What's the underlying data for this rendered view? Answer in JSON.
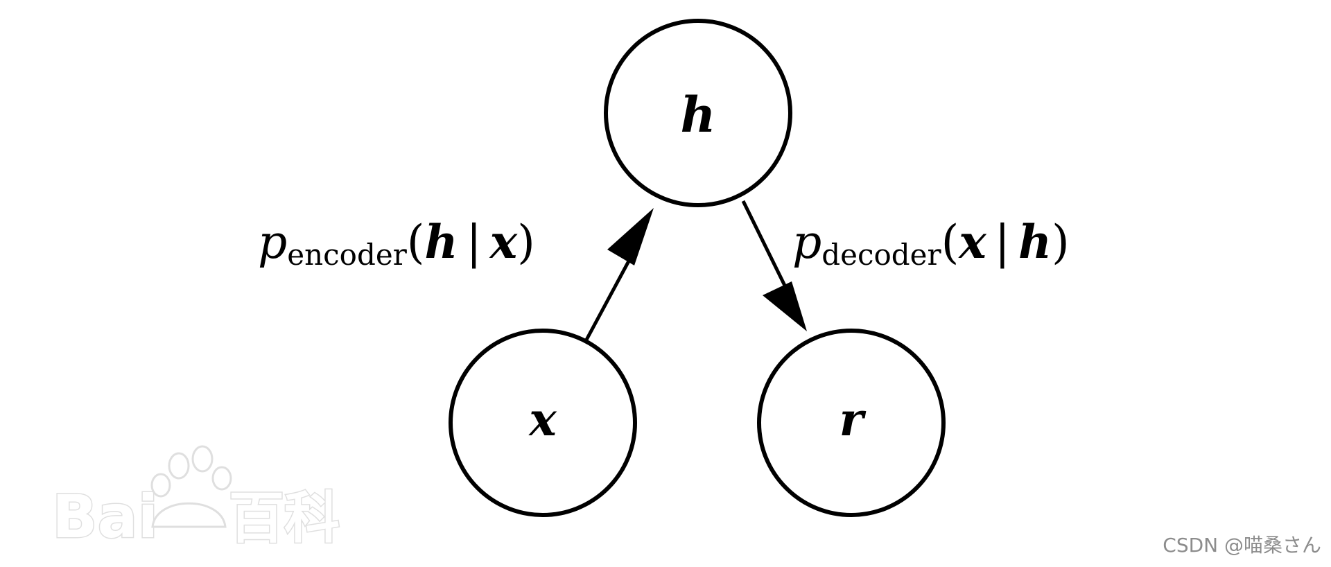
{
  "diagram": {
    "nodes": {
      "h": "h",
      "x": "x",
      "r": "r"
    },
    "edges": {
      "encoder": {
        "symbol": "p",
        "subscript": "encoder",
        "open": "(",
        "var1": "h",
        "bar": "|",
        "var2": "x",
        "close": ")"
      },
      "decoder": {
        "symbol": "p",
        "subscript": "decoder",
        "open": "(",
        "var1": "x",
        "bar": "|",
        "var2": "h",
        "close": ")"
      }
    }
  },
  "watermark": {
    "logo_text": "Bai",
    "logo_icon": "paw-icon",
    "logo_suffix": "百科"
  },
  "credit": "CSDN @喵桑さん"
}
